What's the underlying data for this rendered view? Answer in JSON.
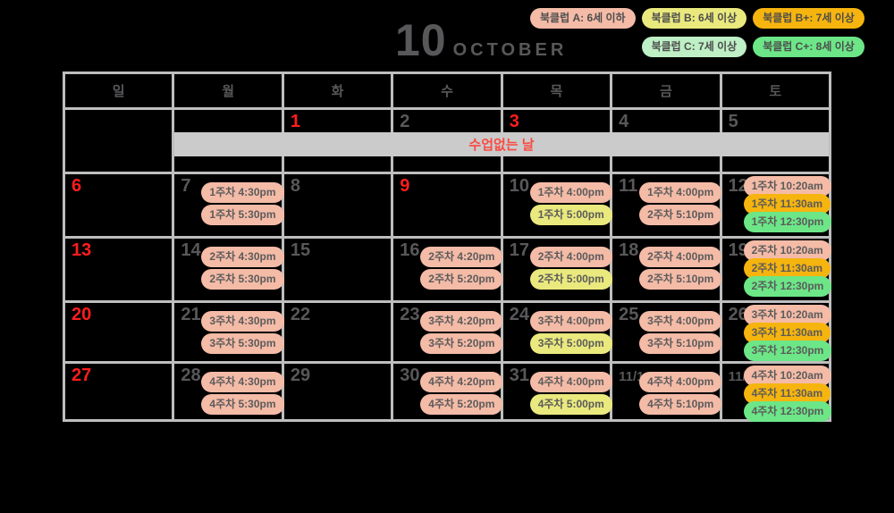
{
  "title": {
    "month_number": "10",
    "month_name": "OCTOBER"
  },
  "legend": [
    {
      "label": "북클럽 A: 6세 이하",
      "color": "pink",
      "row": 1,
      "col": 1
    },
    {
      "label": "북클럽 B: 6세 이상",
      "color": "yellow",
      "row": 1,
      "col": 2
    },
    {
      "label": "북클럽 B+: 7세 이상",
      "color": "orange",
      "row": 1,
      "col": 3
    },
    {
      "label": "북클럽 C: 7세 이상",
      "color": "lightgreen",
      "row": 2,
      "col": 2
    },
    {
      "label": "북클럽 C+: 8세 이상",
      "color": "green",
      "row": 2,
      "col": 3
    }
  ],
  "weekdays": [
    "일",
    "월",
    "화",
    "수",
    "목",
    "금",
    "토"
  ],
  "banner": {
    "text": "수업없는 날"
  },
  "weeks": [
    [
      {
        "day": ""
      },
      {
        "day": ""
      },
      {
        "day": "1",
        "red": true
      },
      {
        "day": "2"
      },
      {
        "day": "3",
        "red": true
      },
      {
        "day": "4"
      },
      {
        "day": "5"
      }
    ],
    [
      {
        "day": "6",
        "red": true
      },
      {
        "day": "7",
        "events": [
          {
            "label": "1주차 4:30pm",
            "color": "pink"
          },
          {
            "label": "1주차 5:30pm",
            "color": "pink"
          }
        ]
      },
      {
        "day": "8"
      },
      {
        "day": "9",
        "red": true
      },
      {
        "day": "10",
        "events": [
          {
            "label": "1주차 4:00pm",
            "color": "pink"
          },
          {
            "label": "1주차 5:00pm",
            "color": "yellow"
          }
        ]
      },
      {
        "day": "11",
        "events": [
          {
            "label": "1주차 4:00pm",
            "color": "pink"
          },
          {
            "label": "2주차 5:10pm",
            "color": "pink"
          }
        ]
      },
      {
        "day": "12",
        "events": [
          {
            "label": "1주차 10:20am",
            "color": "pink"
          },
          {
            "label": "1주차 11:30am",
            "color": "orange"
          },
          {
            "label": "1주차 12:30pm",
            "color": "green"
          }
        ]
      }
    ],
    [
      {
        "day": "13",
        "red": true
      },
      {
        "day": "14",
        "events": [
          {
            "label": "2주차 4:30pm",
            "color": "pink"
          },
          {
            "label": "2주차 5:30pm",
            "color": "pink"
          }
        ]
      },
      {
        "day": "15"
      },
      {
        "day": "16",
        "events": [
          {
            "label": "2주차 4:20pm",
            "color": "pink"
          },
          {
            "label": "2주차 5:20pm",
            "color": "pink"
          }
        ]
      },
      {
        "day": "17",
        "events": [
          {
            "label": "2주차 4:00pm",
            "color": "pink"
          },
          {
            "label": "2주차 5:00pm",
            "color": "yellow"
          }
        ]
      },
      {
        "day": "18",
        "events": [
          {
            "label": "2주차 4:00pm",
            "color": "pink"
          },
          {
            "label": "2주차 5:10pm",
            "color": "pink"
          }
        ]
      },
      {
        "day": "19",
        "events": [
          {
            "label": "2주차 10:20am",
            "color": "pink"
          },
          {
            "label": "2주차 11:30am",
            "color": "orange"
          },
          {
            "label": "2주차 12:30pm",
            "color": "green"
          }
        ]
      }
    ],
    [
      {
        "day": "20",
        "red": true
      },
      {
        "day": "21",
        "events": [
          {
            "label": "3주차 4:30pm",
            "color": "pink"
          },
          {
            "label": "3주차 5:30pm",
            "color": "pink"
          }
        ]
      },
      {
        "day": "22"
      },
      {
        "day": "23",
        "events": [
          {
            "label": "3주차 4:20pm",
            "color": "pink"
          },
          {
            "label": "3주차 5:20pm",
            "color": "pink"
          }
        ]
      },
      {
        "day": "24",
        "events": [
          {
            "label": "3주차 4:00pm",
            "color": "pink"
          },
          {
            "label": "3주차 5:00pm",
            "color": "yellow"
          }
        ]
      },
      {
        "day": "25",
        "events": [
          {
            "label": "3주차 4:00pm",
            "color": "pink"
          },
          {
            "label": "3주차 5:10pm",
            "color": "pink"
          }
        ]
      },
      {
        "day": "26",
        "events": [
          {
            "label": "3주차 10:20am",
            "color": "pink"
          },
          {
            "label": "3주차 11:30am",
            "color": "orange"
          },
          {
            "label": "3주차 12:30pm",
            "color": "green"
          }
        ]
      }
    ],
    [
      {
        "day": "27",
        "red": true
      },
      {
        "day": "28",
        "events": [
          {
            "label": "4주차 4:30pm",
            "color": "pink"
          },
          {
            "label": "4주차 5:30pm",
            "color": "pink"
          }
        ]
      },
      {
        "day": "29"
      },
      {
        "day": "30",
        "events": [
          {
            "label": "4주차 4:20pm",
            "color": "pink"
          },
          {
            "label": "4주차 5:20pm",
            "color": "pink"
          }
        ]
      },
      {
        "day": "31",
        "events": [
          {
            "label": "4주차 4:00pm",
            "color": "pink"
          },
          {
            "label": "4주차 5:00pm",
            "color": "yellow"
          }
        ]
      },
      {
        "day": "11/1",
        "events": [
          {
            "label": "4주차 4:00pm",
            "color": "pink"
          },
          {
            "label": "4주차 5:10pm",
            "color": "pink"
          }
        ]
      },
      {
        "day": "11/2",
        "events": [
          {
            "label": "4주차 10:20am",
            "color": "pink"
          },
          {
            "label": "4주차 11:30am",
            "color": "orange"
          },
          {
            "label": "4주차 12:30pm",
            "color": "green"
          }
        ]
      }
    ]
  ],
  "palette": {
    "pink": "#F4BBA7",
    "yellow": "#EAE97E",
    "orange": "#F6B40E",
    "lightgreen": "#BEEFC5",
    "green": "#6CE687",
    "border": "#BEBEBE",
    "banner_bg": "#CBCBCB",
    "banner_red": "#F94B43",
    "red": "#FF1D1D",
    "ink": "#58585A",
    "badge_text": "#5B5B5B",
    "bg": "#000000"
  }
}
